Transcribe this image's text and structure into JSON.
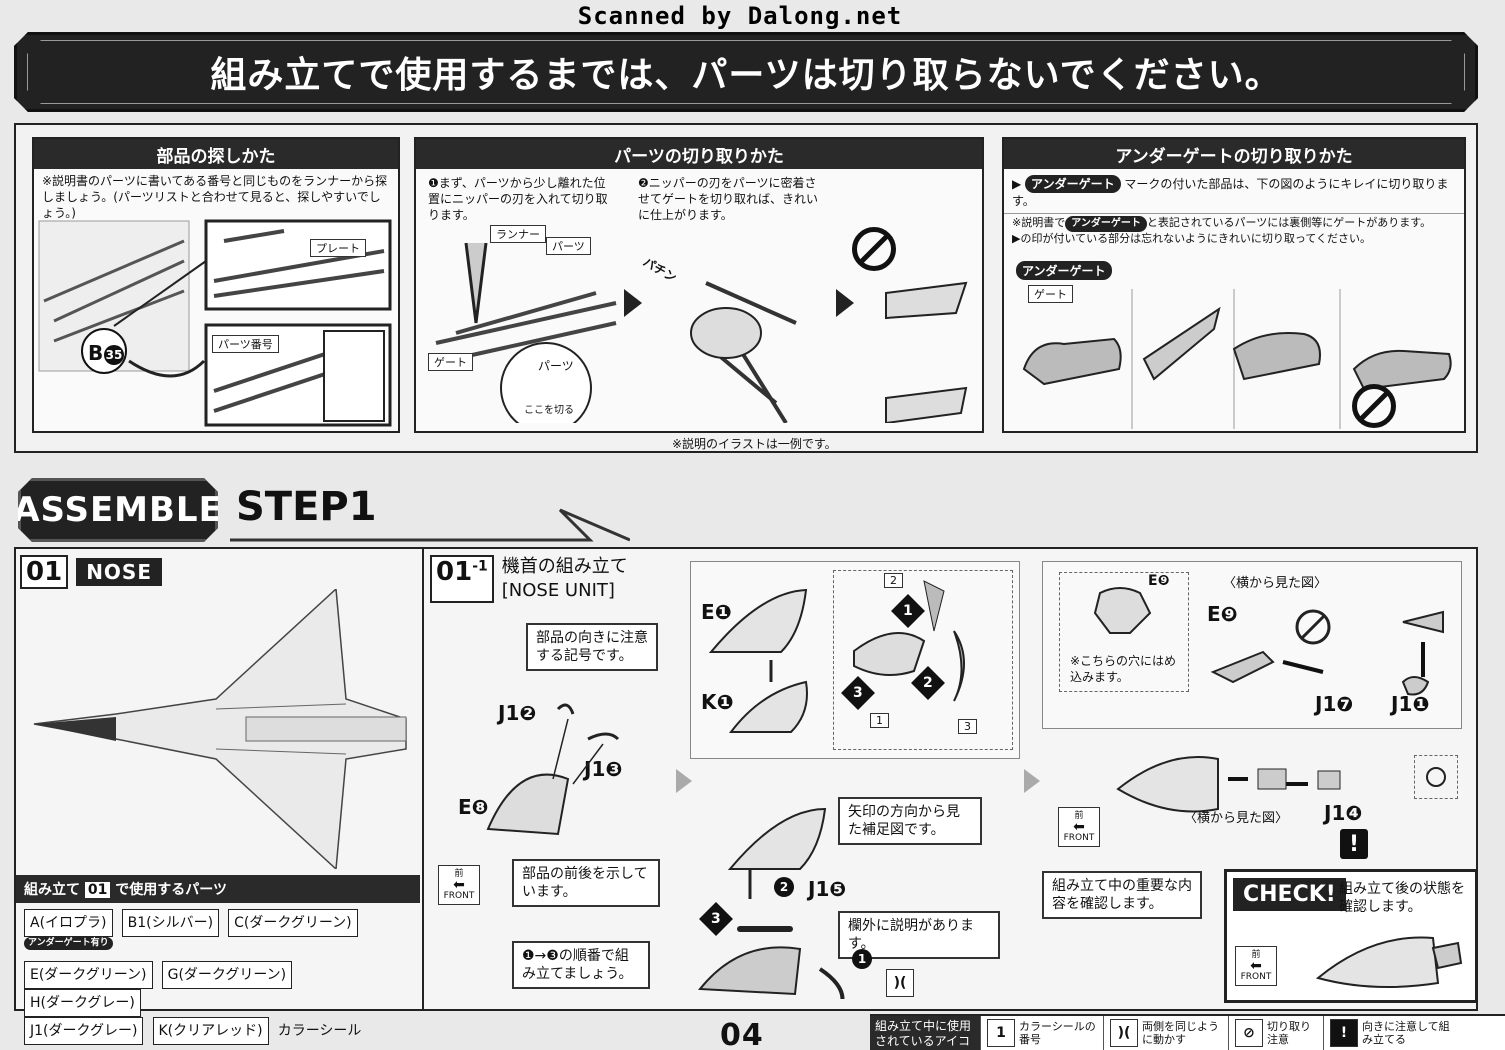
{
  "scan_credit": "Scanned by Dalong.net",
  "banner": "組み立てで使用するまでは、パーツは切り取らないでください。",
  "finding": {
    "title": "部品の探しかた",
    "text": "※説明書のパーツに書いてある番号と同じものをランナーから探しましょう。(パーツリストと合わせて見ると、探しやすいでしょう。)",
    "label_plate": "プレート",
    "label_partno": "パーツ番号",
    "part_id": "B",
    "part_num": "35"
  },
  "cutting": {
    "title": "パーツの切り取りかた",
    "step1": "❶まず、パーツから少し離れた位置にニッパーの刃を入れて切り取ります。",
    "step2": "❷ニッパーの刃をパーツに密着させてゲートを切り取れば、きれいに仕上がります。",
    "label_runner": "ランナー",
    "label_parts": "パーツ",
    "label_gate": "ゲート",
    "label_parts2": "パーツ",
    "label_cut_here": "ここを切る",
    "sound": "パチン",
    "footnote": "※説明のイラストは一例です。"
  },
  "undergate": {
    "title": "アンダーゲートの切り取りかた",
    "badge": "アンダーゲート",
    "line1": "マークの付いた部品は、下の図のようにキレイに切り取ります。",
    "note_pre": "※説明書で",
    "note_post": "と表記されているパーツには裏側等にゲートがあります。",
    "note2": "▶の印が付いている部分は忘れないようにきれいに切り取ってください。",
    "label_gate": "ゲート"
  },
  "assemble": {
    "badge": "ASSEMBLE",
    "step": "STEP1"
  },
  "section01": {
    "num": "01",
    "tag": "NOSE",
    "parts_head_pre": "組み立て",
    "parts_head_num": "01",
    "parts_head_post": "で使用するパーツ",
    "parts": [
      "A(イロプラ)",
      "B1(シルバー)",
      "C(ダークグリーン)",
      "E(ダークグリーン)",
      "G(ダークグリーン)",
      "H(ダークグレー)",
      "J1(ダークグレー)",
      "K(クリアレッド)"
    ],
    "undergate_note": "アンダーゲート有り",
    "color_seal": "カラーシール"
  },
  "section011": {
    "num": "01",
    "sub": "-1",
    "title": "機首の組み立て",
    "title_en": "[NOSE UNIT]",
    "note_orientation": "部品の向きに注意する記号です。",
    "note_front": "部品の前後を示しています。",
    "note_order": "❶→❸の順番で組み立てましょう。",
    "note_arrow_view": "矢印の方向から見た補足図です。",
    "note_outside": "欄外に説明があります。",
    "note_important": "組み立て中の重要な内容を確認します。",
    "check_label": "CHECK!",
    "check_text": "組み立て後の状態を確認します。",
    "side_view": "〈横から見た図〉",
    "side_view2": "〈横から見た図〉",
    "hole_note": "※こちらの穴にはめ込みます。",
    "front_kanji": "前",
    "front_en": "FRONT",
    "labels": {
      "J1_2": "J1❷",
      "J1_3": "J1❸",
      "E8": "E❽",
      "E1": "E❶",
      "K1": "K❶",
      "J1_5": "J1❺",
      "E9": "E❾",
      "E9b": "E❾",
      "J1_7": "J1❼",
      "J1_1": "J1❶",
      "J1_4": "J1❹",
      "n1": "1",
      "n2": "2",
      "n3": "3"
    }
  },
  "page_number": "04",
  "legend": {
    "head": "組み立て中に使用されているアイコン",
    "items": [
      {
        "glyph": "1",
        "text": "カラーシールの番号"
      },
      {
        "glyph": ")(",
        "text": "両側を同じように動かす"
      },
      {
        "glyph": "⊘",
        "text": "切り取り注意"
      },
      {
        "glyph": "!",
        "text": "向きに注意して組み立てる"
      }
    ]
  }
}
